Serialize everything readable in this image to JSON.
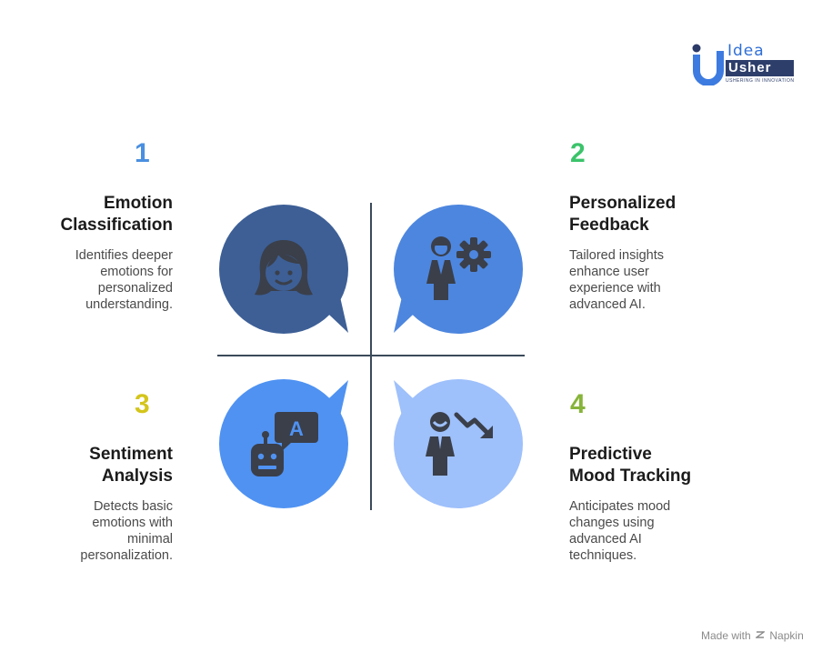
{
  "logo": {
    "word1": "Idea",
    "word2": "Usher",
    "tagline": "USHERING IN INNOVATION"
  },
  "quadrants": [
    {
      "number": "1",
      "title": "Emotion\nClassification",
      "description": "Identifies deeper\nemotions for\npersonalized\nunderstanding.",
      "color": "#3d5f96",
      "number_color": "#4a8fe0",
      "icon": "woman-face-icon"
    },
    {
      "number": "2",
      "title": "Personalized\nFeedback",
      "description": "Tailored insights\nenhance user\nexperience with\nadvanced AI.",
      "color": "#4d86de",
      "number_color": "#3cc36b",
      "icon": "person-gear-icon"
    },
    {
      "number": "3",
      "title": "Sentiment\nAnalysis",
      "description": "Detects basic\nemotions with\nminimal\npersonalization.",
      "color": "#4f92f2",
      "number_color": "#d4c51b",
      "icon": "robot-chat-icon"
    },
    {
      "number": "4",
      "title": "Predictive\nMood Tracking",
      "description": "Anticipates mood\nchanges using\nadvanced AI\ntechniques.",
      "color": "#9ec0fb",
      "number_color": "#87b43a",
      "icon": "person-trend-down-icon"
    }
  ],
  "footer": {
    "made_with": "Made with",
    "brand": "Napkin"
  }
}
